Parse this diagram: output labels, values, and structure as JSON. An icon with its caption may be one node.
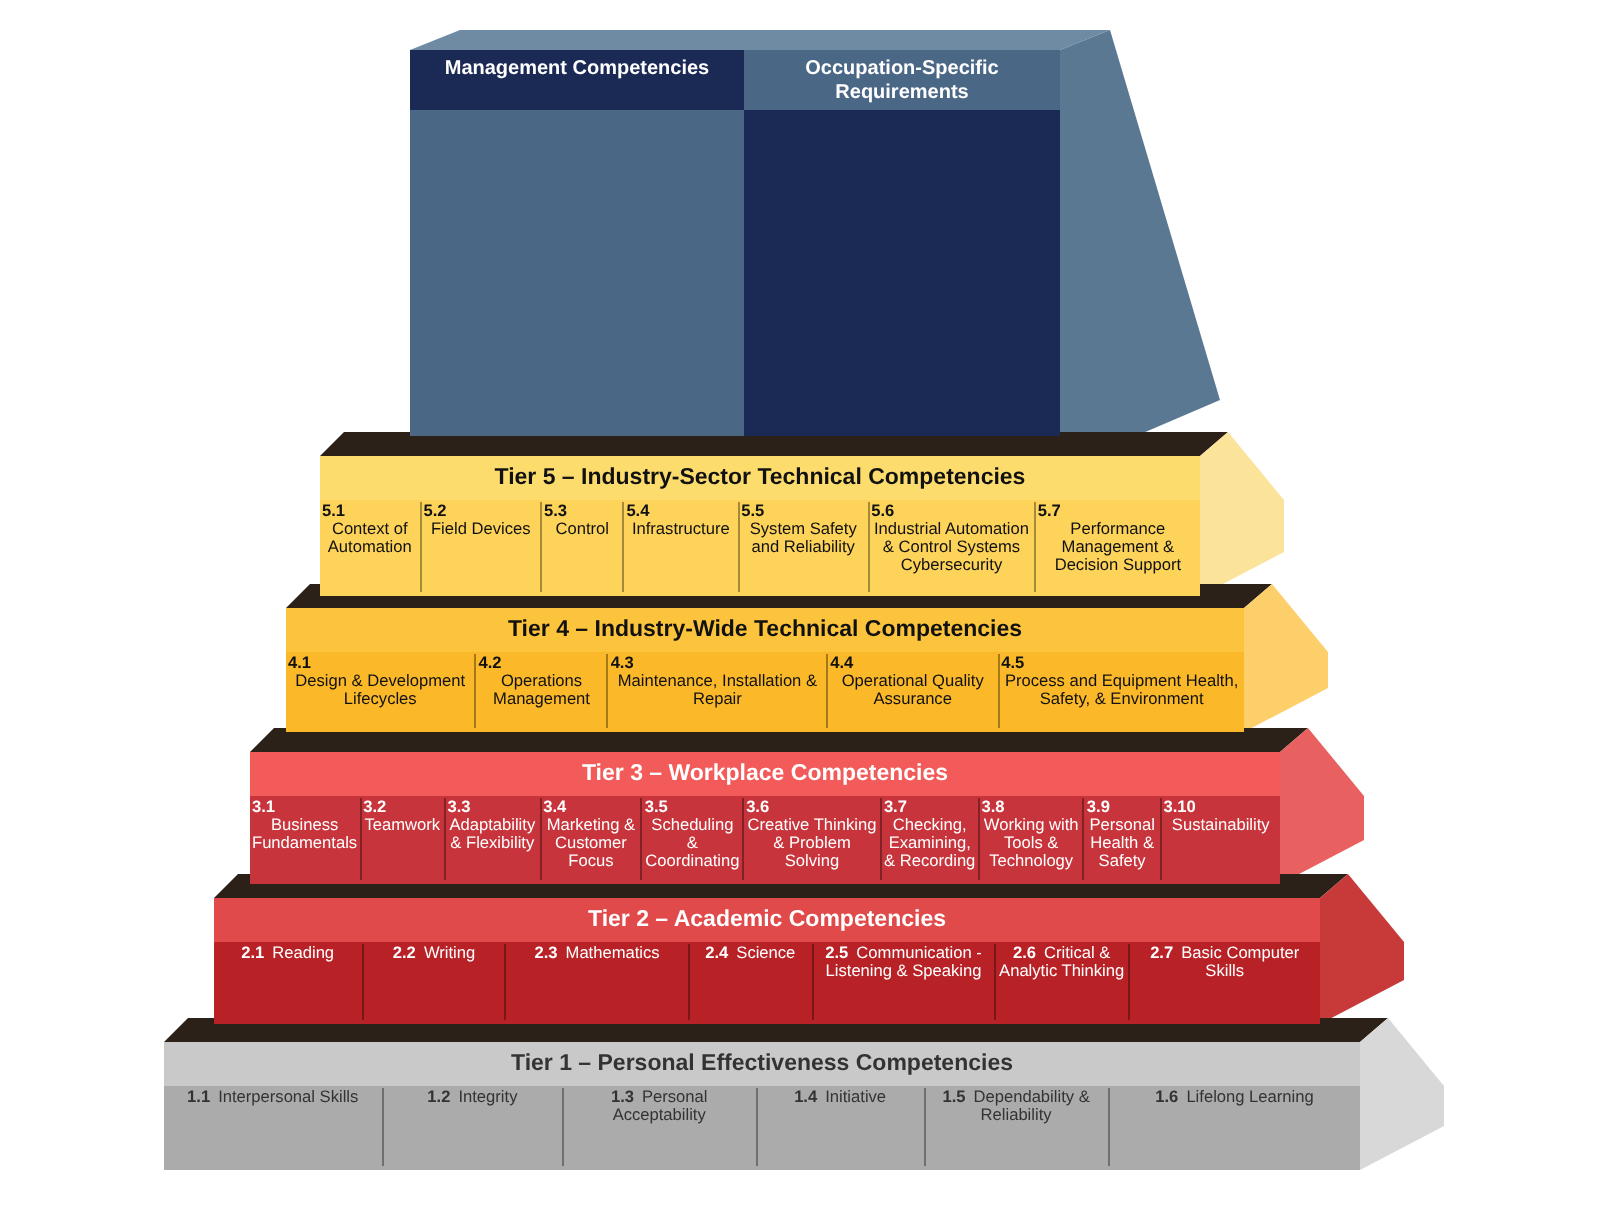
{
  "diagram": {
    "nodes": [
      {
        "text": [
          "Management Competencies"
        ]
      },
      {
        "text": [
          "Occupation-Specific Requirements"
        ]
      },
      {
        "text": [
          "Tier 5 – Industry-Sector Technical Competencies"
        ]
      },
      {
        "text": [
          "5.1",
          "Context of Automation"
        ],
        "in": 2
      },
      {
        "text": [
          "5.2",
          "Field Devices"
        ],
        "in": 2
      },
      {
        "text": [
          "5.3",
          "Control"
        ],
        "in": 2
      },
      {
        "text": [
          "5.4",
          "Infrastructure"
        ],
        "in": 2
      },
      {
        "text": [
          "5.5",
          "System Safety and Reliability"
        ],
        "in": 2
      },
      {
        "text": [
          "5.6",
          "Industrial Automation & Control Systems Cybersecurity"
        ],
        "in": 2
      },
      {
        "text": [
          "5.7",
          "Performance Management & Decision Support"
        ],
        "in": 2
      },
      {
        "text": [
          "Tier 4 – Industry-Wide Technical Competencies"
        ]
      },
      {
        "text": [
          "4.1",
          "Design & Development Lifecycles"
        ],
        "in": 10
      },
      {
        "text": [
          "4.2",
          "Operations Management"
        ],
        "in": 10
      },
      {
        "text": [
          "4.3",
          "Maintenance, Installation & Repair"
        ],
        "in": 10
      },
      {
        "text": [
          "4.4",
          "Operational Quality Assurance"
        ],
        "in": 10
      },
      {
        "text": [
          "4.5",
          "Process and Equipment Health, Safety, & Environment"
        ],
        "in": 10
      },
      {
        "text": [
          "Tier 3 – Workplace Competencies"
        ]
      },
      {
        "text": [
          "3.1",
          "Business Fundamentals"
        ],
        "in": 16
      },
      {
        "text": [
          "3.2",
          "Teamwork"
        ],
        "in": 16
      },
      {
        "text": [
          "3.3",
          "Adaptability & Flexibility"
        ],
        "in": 16
      },
      {
        "text": [
          "3.4",
          "Marketing & Customer Focus"
        ],
        "in": 16
      },
      {
        "text": [
          "3.5",
          "Scheduling & Coordinating"
        ],
        "in": 16
      },
      {
        "text": [
          "3.6",
          "Creative Thinking & Problem Solving"
        ],
        "in": 16
      },
      {
        "text": [
          "3.7",
          "Checking, Examining, & Recording"
        ],
        "in": 16
      },
      {
        "text": [
          "3.8",
          "Working with Tools & Technology"
        ],
        "in": 16
      },
      {
        "text": [
          "3.9",
          "Personal Health & Safety"
        ],
        "in": 16
      },
      {
        "text": [
          "3.10",
          "Sustainability"
        ],
        "in": 16
      },
      {
        "text": [
          "Tier 2 – Academic Competencies"
        ]
      },
      {
        "text": [
          "2.1",
          "Reading"
        ],
        "in": 27
      },
      {
        "text": [
          "2.2",
          "Writing"
        ],
        "in": 27
      },
      {
        "text": [
          "2.3",
          "Mathematics"
        ],
        "in": 27
      },
      {
        "text": [
          "2.4",
          "Science"
        ],
        "in": 27
      },
      {
        "text": [
          "2.5",
          "Communication - Listening & Speaking"
        ],
        "in": 27
      },
      {
        "text": [
          "2.6",
          "Critical & Analytic Thinking"
        ],
        "in": 27
      },
      {
        "text": [
          "2.7",
          "Basic Computer Skills"
        ],
        "in": 27
      },
      {
        "text": [
          "Tier 1 – Personal Effectiveness Competencies"
        ]
      },
      {
        "text": [
          "1.1",
          "Interpersonal Skills"
        ],
        "in": 35
      },
      {
        "text": [
          "1.2",
          "Integrity"
        ],
        "in": 35
      },
      {
        "text": [
          "1.3",
          "Personal Acceptability"
        ],
        "in": 35
      },
      {
        "text": [
          "1.4",
          "Initiative"
        ],
        "in": 35
      },
      {
        "text": [
          "1.5",
          "Dependability & Reliability"
        ],
        "in": 35
      },
      {
        "text": [
          "1.6",
          "Lifelong Learning"
        ],
        "in": 35
      }
    ]
  }
}
